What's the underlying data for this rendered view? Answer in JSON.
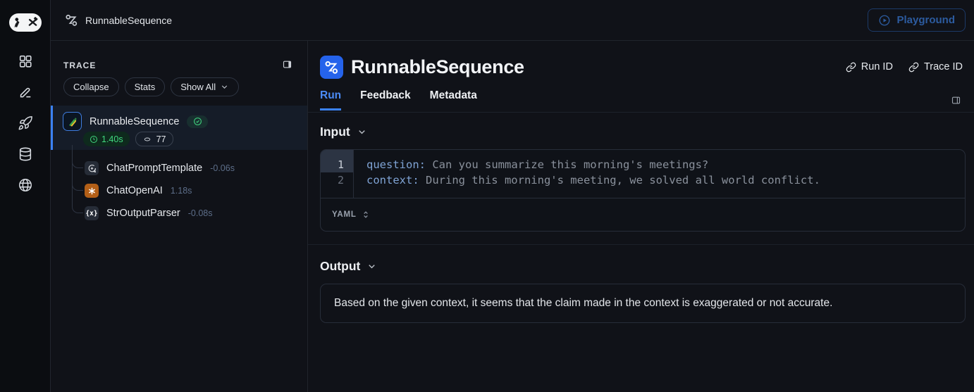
{
  "topbar": {
    "breadcrumb": "RunnableSequence",
    "playground": "Playground"
  },
  "rail_icons": [
    "apps-grid",
    "annotate-pencil",
    "rocket-deployments",
    "database-datasets",
    "globe-hub"
  ],
  "trace": {
    "title": "TRACE",
    "collapse": "Collapse",
    "stats": "Stats",
    "show_all": "Show All",
    "root": {
      "name": "RunnableSequence",
      "latency": "1.40s",
      "tokens": "77",
      "status": "success"
    },
    "children": [
      {
        "name": "ChatPromptTemplate",
        "duration": "-0.06s",
        "icon": "chat-prompt-icon"
      },
      {
        "name": "ChatOpenAI",
        "duration": "1.18s",
        "icon": "openai-icon"
      },
      {
        "name": "StrOutputParser",
        "duration": "-0.08s",
        "icon": "braces-parser-icon",
        "glyph": "{x}"
      }
    ]
  },
  "main": {
    "title": "RunnableSequence",
    "run_id_label": "Run ID",
    "trace_id_label": "Trace ID",
    "tabs": [
      {
        "label": "Run",
        "active": true
      },
      {
        "label": "Feedback",
        "active": false
      },
      {
        "label": "Metadata",
        "active": false
      }
    ],
    "input": {
      "heading": "Input",
      "lines": [
        {
          "num": "1",
          "key": "question:",
          "value": " Can you summarize this morning's meetings?"
        },
        {
          "num": "2",
          "key": "context:",
          "value": " During this morning's meeting, we solved all world conflict."
        }
      ],
      "format": "YAML"
    },
    "output": {
      "heading": "Output",
      "text": "Based on the given context, it seems that the claim made in the context is exaggerated or not accurate."
    }
  },
  "colors": {
    "accent_blue": "#2563eb",
    "tab_blue": "#4b8bf5",
    "success_green": "#41d87f",
    "openai_orange": "#b35f17",
    "selected_row_bg": "#151c28",
    "panel_bg": "#101218",
    "border": "#272d39"
  }
}
